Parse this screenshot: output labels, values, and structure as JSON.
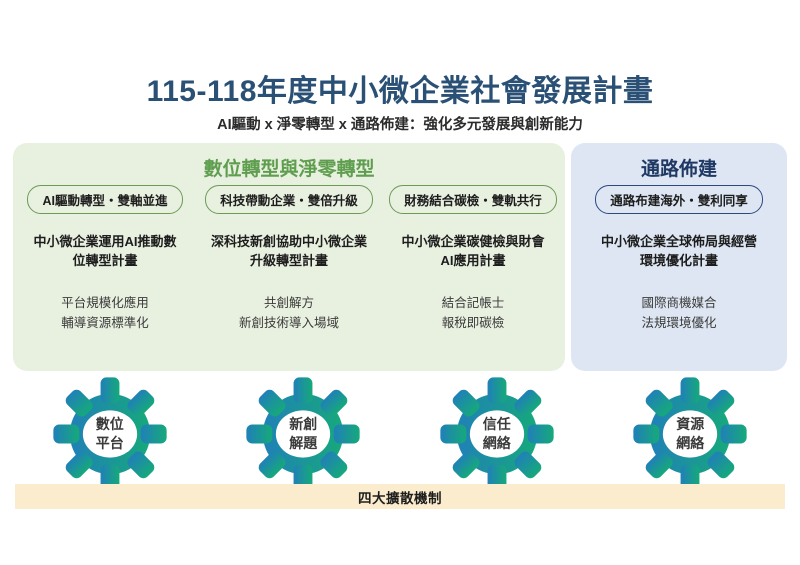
{
  "header": {
    "title": "115-118年度中小微企業社會發展計畫",
    "subtitle": "AI驅動 x 淨零轉型 x 通路佈建：強化多元發展與創新能力"
  },
  "panels": [
    {
      "id": "digital-net-zero",
      "heading": "數位轉型與淨零轉型",
      "accent": "#5f9e4f",
      "background": "#e8f0e0",
      "columns": [
        {
          "pill": "AI驅動轉型・雙軸並進",
          "plan": "中小微企業運用AI推動數\n位轉型計畫",
          "subs": "平台規模化應用\n輔導資源標準化"
        },
        {
          "pill": "科技帶動企業・雙倍升級",
          "plan": "深科技新創協助中小微企業\n升級轉型計畫",
          "subs": "共創解方\n新創技術導入場域"
        },
        {
          "pill": "財務結合碳檢・雙軌共行",
          "plan": "中小微企業碳健檢與財會\nAI應用計畫",
          "subs": "結合記帳士\n報稅即碳檢"
        }
      ]
    },
    {
      "id": "channel-deployment",
      "heading": "通路佈建",
      "accent": "#1f3864",
      "background": "#dde6f2",
      "columns": [
        {
          "pill": "通路布建海外・雙利同享",
          "plan": "中小微企業全球佈局與經營\n環境優化計畫",
          "subs": "國際商機媒合\n法規環境優化"
        }
      ]
    }
  ],
  "gears": [
    {
      "label": "數位\n平台",
      "icon": "gear-icon"
    },
    {
      "label": "新創\n解題",
      "icon": "gear-icon"
    },
    {
      "label": "信任\n網絡",
      "icon": "gear-icon"
    },
    {
      "label": "資源\n網絡",
      "icon": "gear-icon"
    }
  ],
  "bottom_bar": {
    "label": "四大擴散機制",
    "background": "#faeccd"
  },
  "colors": {
    "title": "#2a5175",
    "green_accent": "#5f9e4f",
    "blue_accent": "#1f3864",
    "green_panel_bg": "#e8f0e0",
    "blue_panel_bg": "#dde6f2",
    "gear_gradient_start": "#2080b8",
    "gear_gradient_end": "#16a97a",
    "bottom_bar_bg": "#faeccd"
  }
}
